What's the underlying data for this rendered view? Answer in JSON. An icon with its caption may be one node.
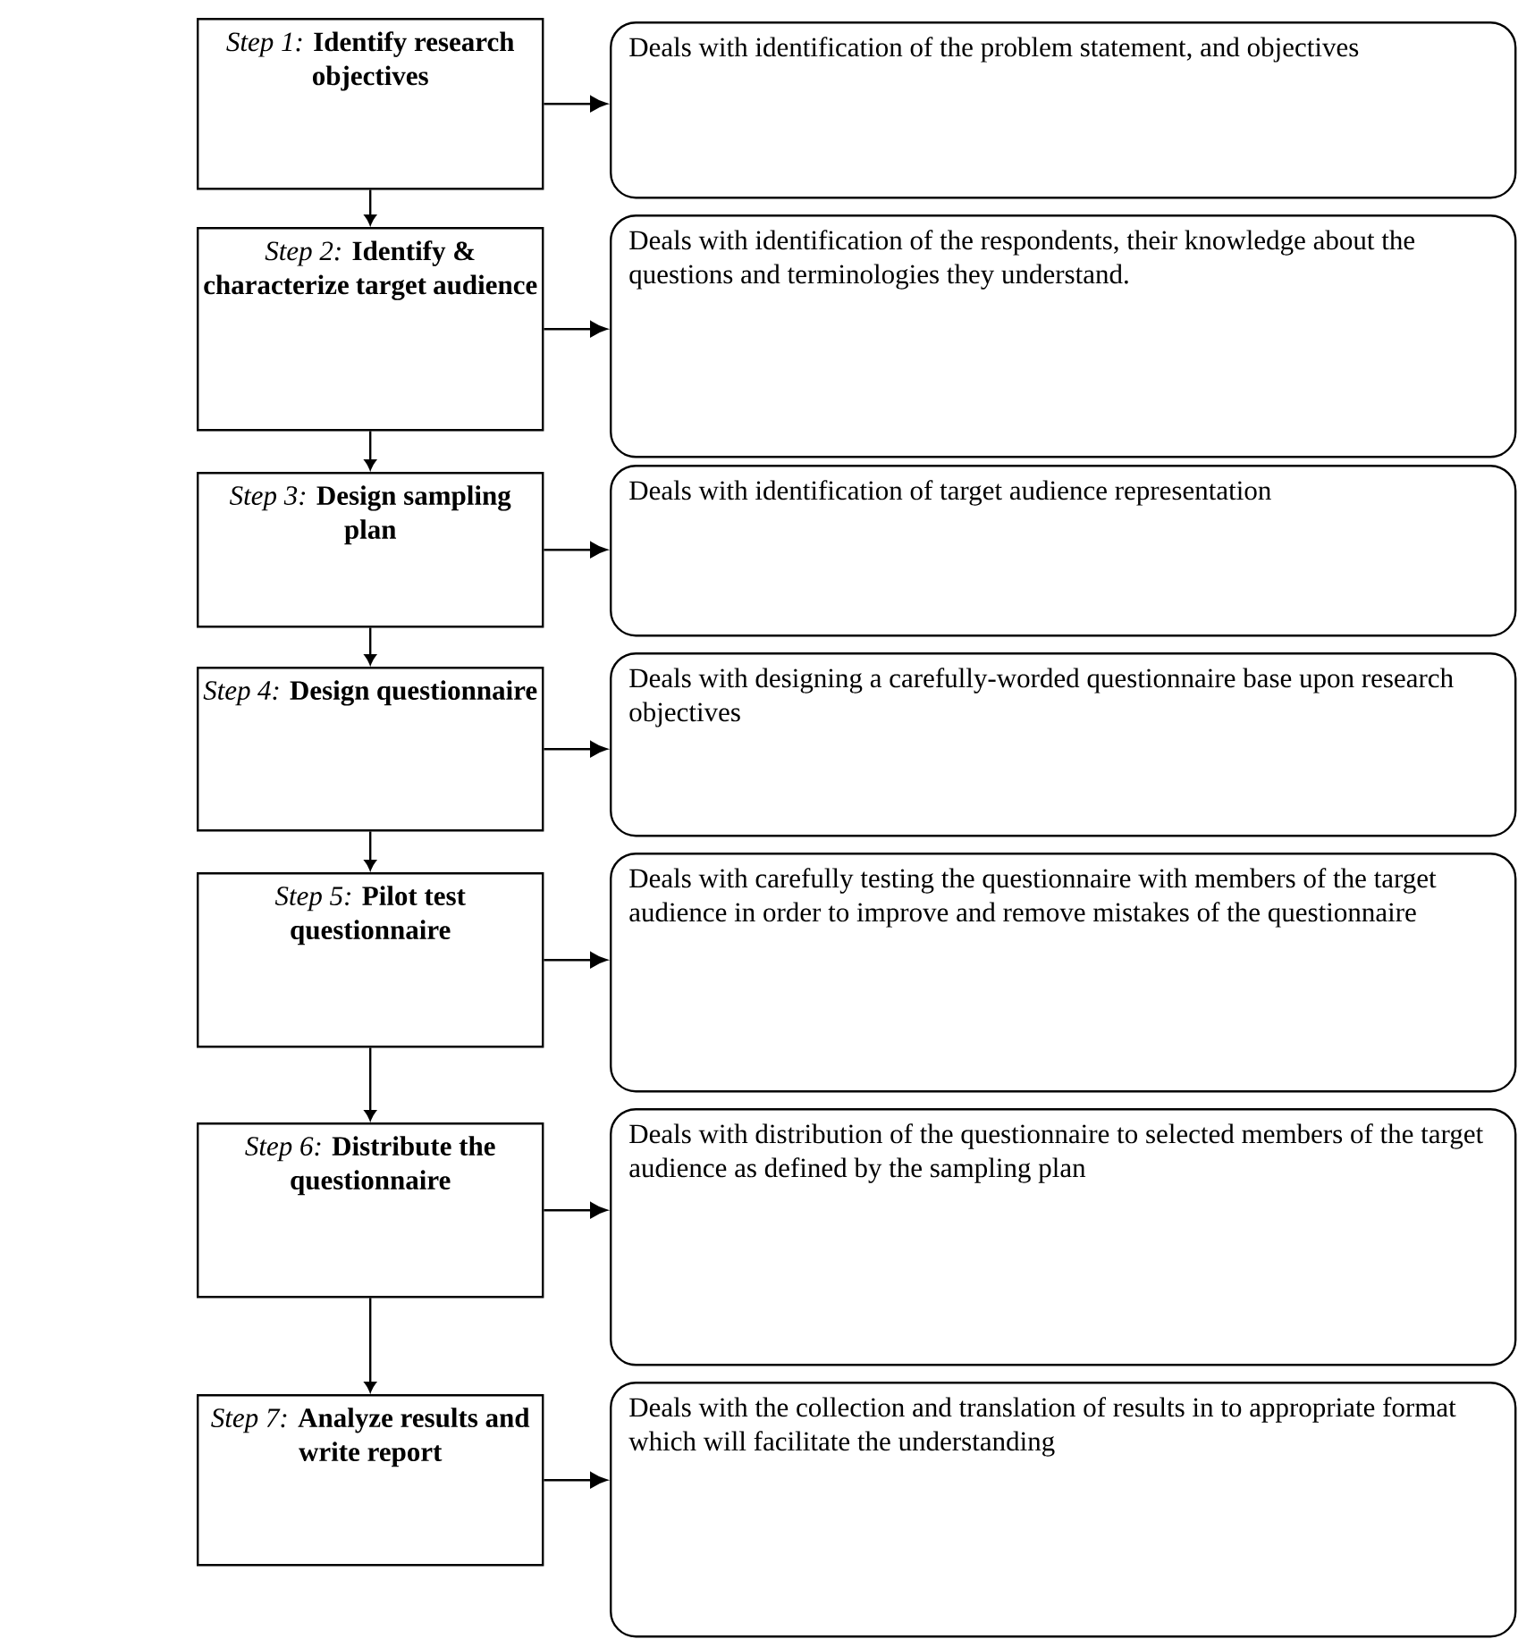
{
  "diagram": {
    "nodes": [
      {
        "text": [
          "*Step 1:* **Identify research objectives**"
        ]
      },
      {
        "text": [
          "Deals with identification of the problem statement, and objectives"
        ]
      },
      {
        "text": [
          "*Step 2:* **Identify & characterize target audience**"
        ]
      },
      {
        "text": [
          "Deals with identification of the respondents, their knowledge about the questions and terminologies they understand."
        ]
      },
      {
        "text": [
          "*Step 3:* **Design sampling plan**"
        ]
      },
      {
        "text": [
          "Deals with identification of target audience representation"
        ]
      },
      {
        "text": [
          "*Step 4:* **Design questionnaire**"
        ]
      },
      {
        "text": [
          "Deals with designing a carefully-worded questionnaire base upon research objectives"
        ]
      },
      {
        "text": [
          "*Step 5:* **Pilot test questionnaire**"
        ]
      },
      {
        "text": [
          "Deals with carefully testing the questionnaire with members of the target audience in order to improve and remove mistakes of the questionnaire"
        ]
      },
      {
        "text": [
          "*Step 6:* **Distribute the questionnaire**"
        ]
      },
      {
        "text": [
          "Deals with distribution of the questionnaire to selected members of the target audience as defined by the sampling plan"
        ]
      },
      {
        "text": [
          "*Step 7:* **Analyze results and write report**"
        ]
      },
      {
        "text": [
          "Deals with the collection and translation of results in to appropriate format which will facilitate the understanding"
        ]
      }
    ],
    "edges": [
      {
        "from": 0,
        "to": 1,
        "arrow": "to"
      },
      {
        "from": 0,
        "to": 2,
        "arrow": "to"
      },
      {
        "from": 2,
        "to": 3,
        "arrow": "to"
      },
      {
        "from": 2,
        "to": 4,
        "arrow": "to"
      },
      {
        "from": 4,
        "to": 5,
        "arrow": "to"
      },
      {
        "from": 4,
        "to": 6,
        "arrow": "to"
      },
      {
        "from": 6,
        "to": 7,
        "arrow": "to"
      },
      {
        "from": 6,
        "to": 8,
        "arrow": "to"
      },
      {
        "from": 8,
        "to": 9,
        "arrow": "to"
      },
      {
        "from": 8,
        "to": 10,
        "arrow": "to"
      },
      {
        "from": 10,
        "to": 11,
        "arrow": "to"
      },
      {
        "from": 10,
        "to": 12,
        "arrow": "to"
      },
      {
        "from": 12,
        "to": 13,
        "arrow": "to"
      }
    ]
  }
}
